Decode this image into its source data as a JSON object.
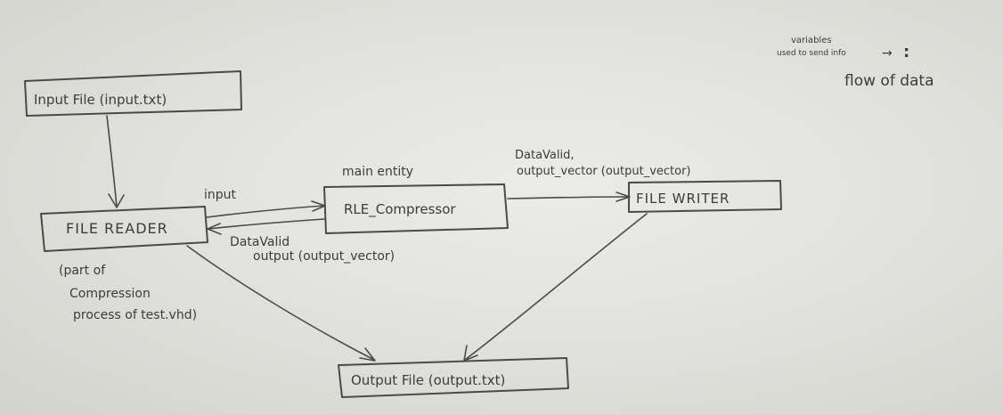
{
  "nodes": {
    "input_file": "Input File (input.txt)",
    "file_reader": "FILE READER",
    "rle_compressor": "RLE_Compressor",
    "file_writer": "FILE WRITER",
    "output_file": "Output File (output.txt)"
  },
  "annotations": {
    "main_entity": "main entity",
    "reader_note_1": "(part of",
    "reader_note_2": "Compression",
    "reader_note_3": "process of test.vhd)"
  },
  "edge_labels": {
    "input": "input",
    "reader_return_1": "DataValid",
    "reader_return_2": "output (output_vector)",
    "writer_in_1": "DataValid,",
    "writer_in_2": "output_vector (output_vector)"
  },
  "legend": {
    "top_line": "variables",
    "second_line": "used to send info",
    "symbol": "→",
    "colon": ":",
    "meaning": "flow of data"
  }
}
